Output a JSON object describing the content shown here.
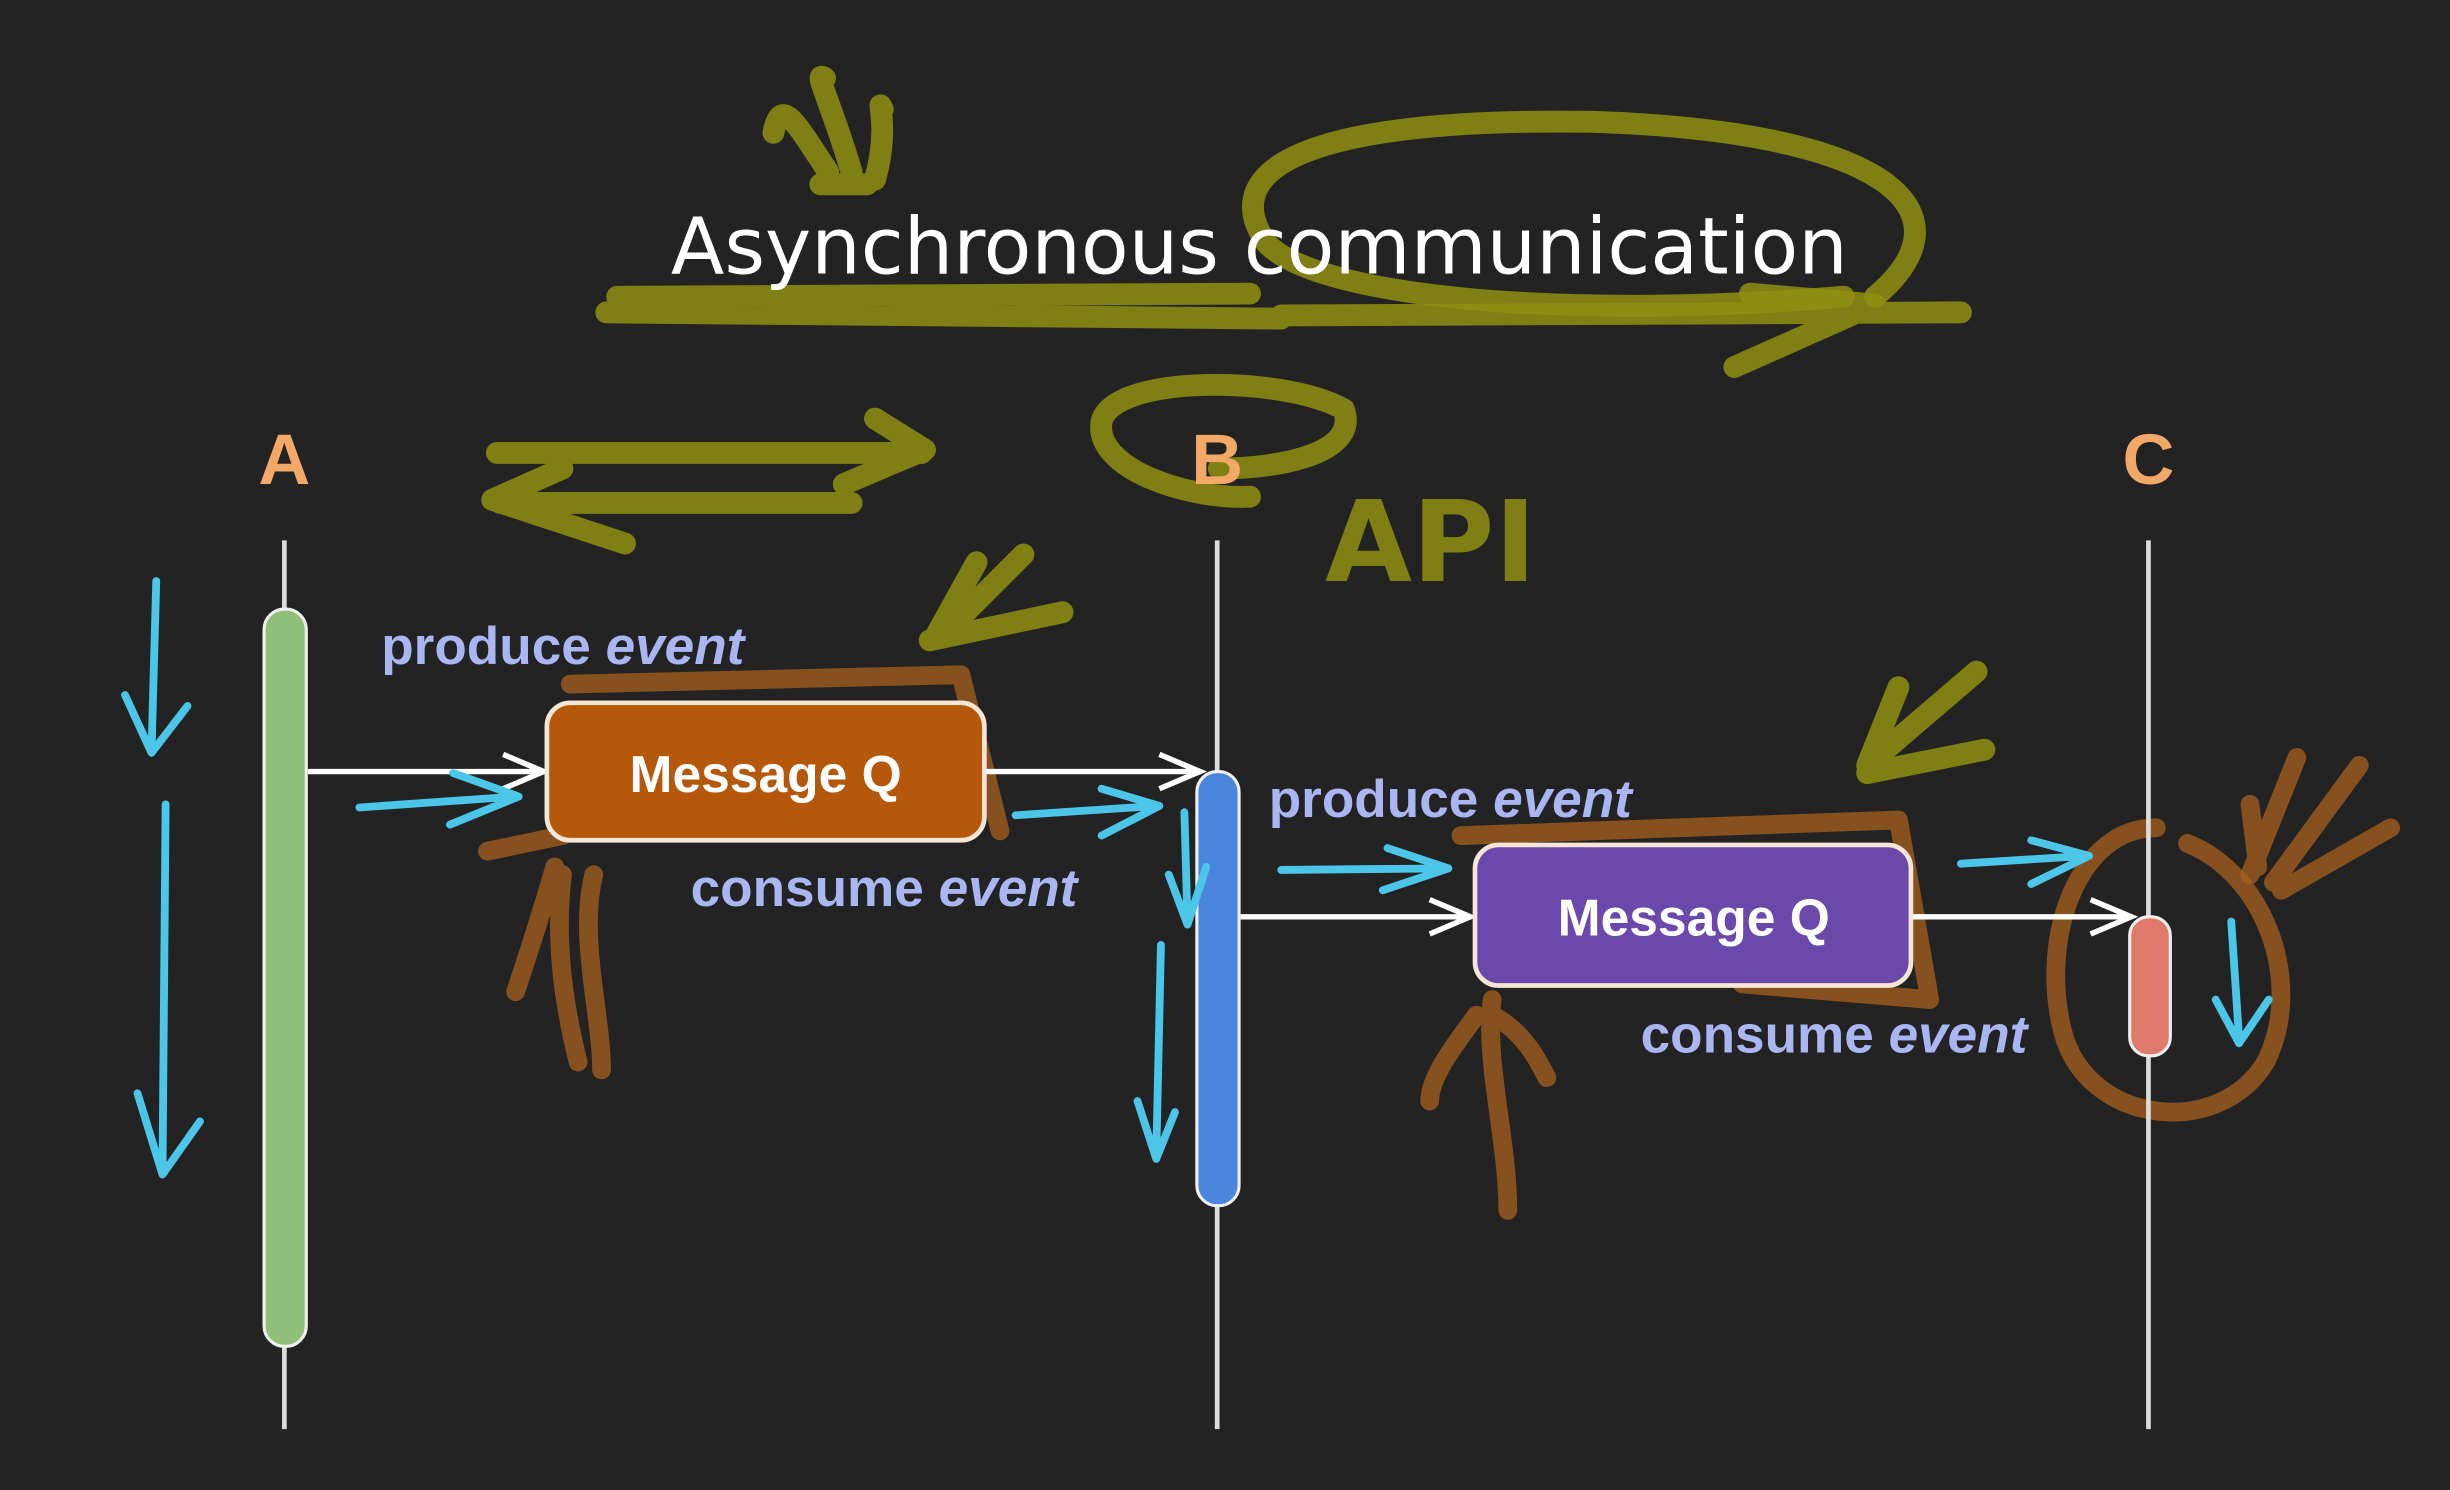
{
  "title": "Asynchronous communication",
  "actors": [
    {
      "label": "A",
      "color": "#8fbf78"
    },
    {
      "label": "B",
      "color": "#4a86e0"
    },
    {
      "label": "C",
      "color": "#e07a6a"
    }
  ],
  "actor_label_color": "#f2a866",
  "queues": [
    {
      "label": "Message Q",
      "color": "#b5580c"
    },
    {
      "label": "Message Q",
      "color": "#6a48ac"
    }
  ],
  "edge_labels": {
    "produce_1": {
      "verb": "produce",
      "noun": "event"
    },
    "consume_1": {
      "verb": "consume",
      "noun": "event"
    },
    "produce_2": {
      "verb": "produce",
      "noun": "event"
    },
    "consume_2": {
      "verb": "consume",
      "noun": "event"
    }
  },
  "label_color": "#a9b6f2",
  "annotation": {
    "handwritten": "API"
  }
}
